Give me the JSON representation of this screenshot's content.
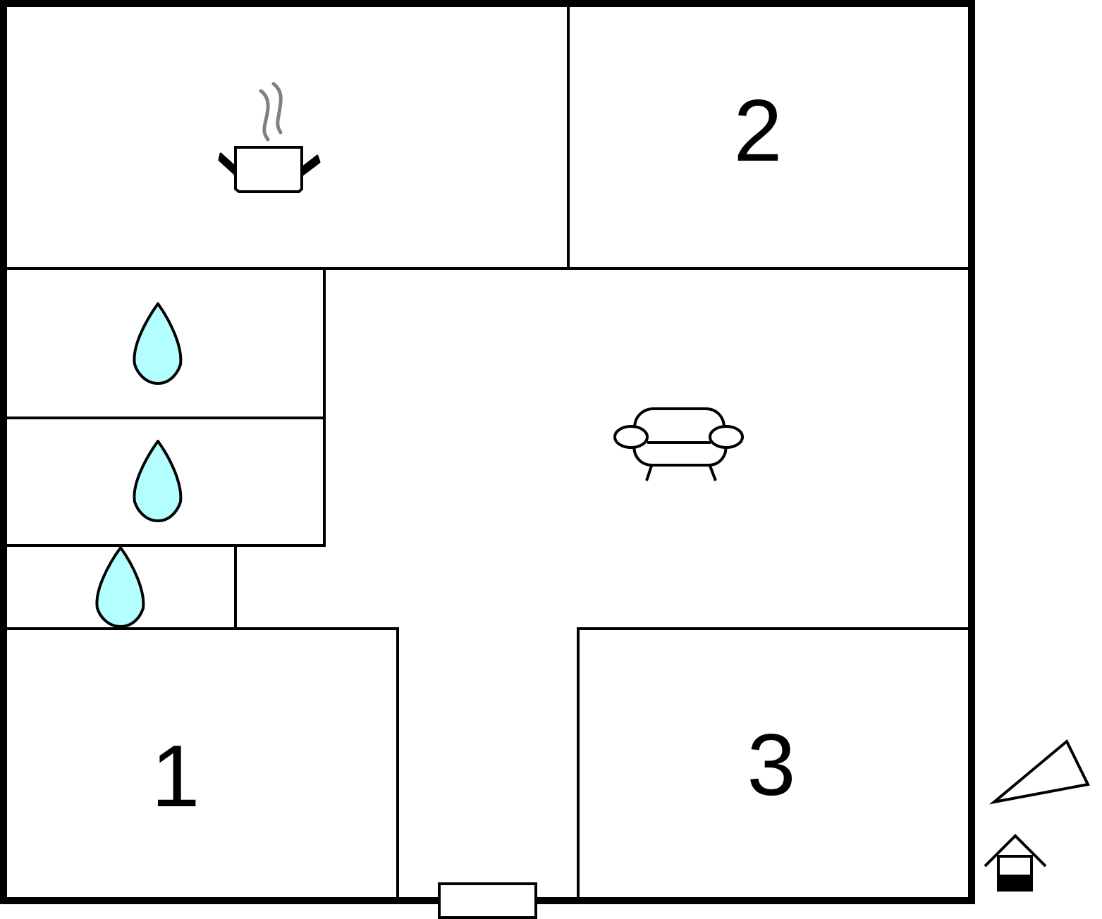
{
  "floorplan": {
    "rooms": [
      {
        "id": "bedroom-1",
        "label": "1",
        "type": "bedroom"
      },
      {
        "id": "bedroom-2",
        "label": "2",
        "type": "bedroom"
      },
      {
        "id": "bedroom-3",
        "label": "3",
        "type": "bedroom"
      },
      {
        "id": "kitchen",
        "label": "",
        "type": "kitchen",
        "icon": "cooking-pot-icon"
      },
      {
        "id": "living-room",
        "label": "",
        "type": "living",
        "icon": "sofa-icon"
      },
      {
        "id": "bathroom-1",
        "label": "",
        "type": "bathroom",
        "icon": "water-drop-icon"
      },
      {
        "id": "bathroom-2",
        "label": "",
        "type": "bathroom",
        "icon": "water-drop-icon"
      },
      {
        "id": "toilet",
        "label": "",
        "type": "toilet",
        "icon": "water-drop-icon"
      },
      {
        "id": "hallway",
        "label": "",
        "type": "hallway"
      }
    ],
    "entrance": "entrance-door",
    "symbols": [
      "north-arrow-icon",
      "house-icon"
    ],
    "colors": {
      "walls": "#000000",
      "background": "#ffffff",
      "water": "#b3ffff",
      "steam": "#808080"
    }
  }
}
